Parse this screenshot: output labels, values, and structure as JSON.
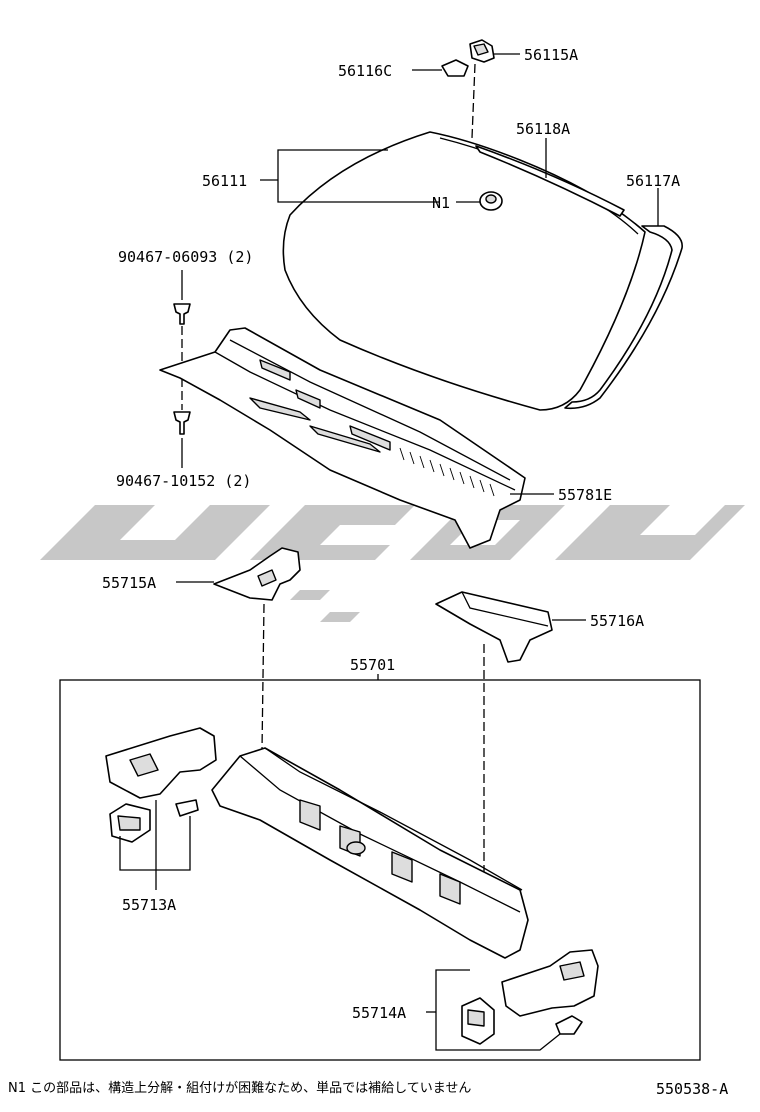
{
  "labels": {
    "p56115A": "56115A",
    "p56116C": "56116C",
    "p56118A": "56118A",
    "p56111": "56111",
    "p56117A": "56117A",
    "pN1": "N1",
    "p90467_06093": "90467-06093 (2)",
    "p90467_10152": "90467-10152 (2)",
    "p55781E": "55781E",
    "p55715A": "55715A",
    "p55716A": "55716A",
    "p55701": "55701",
    "p55713A": "55713A",
    "p55714A": "55714A"
  },
  "footnote": "N1 この部品は、構造上分解・組付けが困難なため、単品では補給していません",
  "diagram_id": "550538-A"
}
